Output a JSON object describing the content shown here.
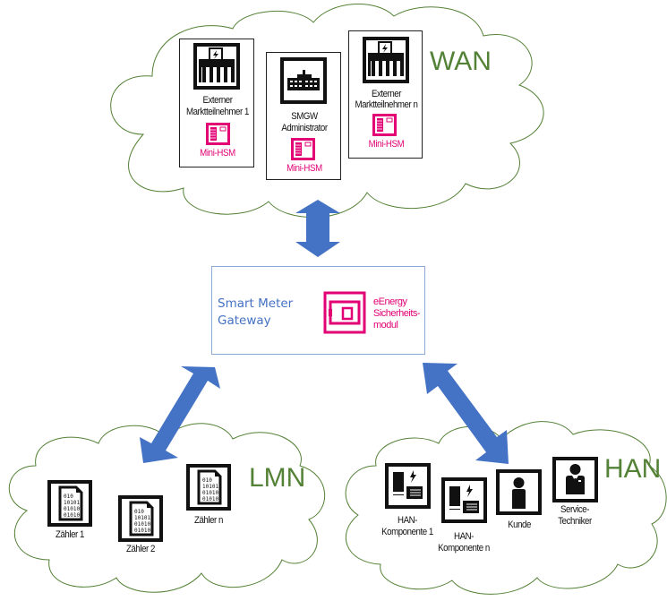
{
  "colors": {
    "cloud_outline": "#538135",
    "arrow": "#4472c4",
    "gateway_border": "#8eaadb",
    "gateway_text": "#4472c4",
    "security_magenta": "#e20074",
    "icon_black": "#111111"
  },
  "wan": {
    "label": "WAN",
    "participants": [
      {
        "name_line1": "Externer",
        "name_line2": "Marktteilnehmer 1",
        "icon": "power-plant-icon",
        "hsm_label": "Mini-HSM"
      },
      {
        "name_line1": "SMGW",
        "name_line2": "Administrator",
        "icon": "factory-building-icon",
        "hsm_label": "Mini-HSM"
      },
      {
        "name_line1": "Externer",
        "name_line2": "Marktteilnehmer n",
        "icon": "power-plant-icon",
        "hsm_label": "Mini-HSM"
      }
    ]
  },
  "gateway": {
    "title_line1": "Smart Meter",
    "title_line2": "Gateway",
    "security_module_line1": "eEnergy",
    "security_module_line2": "Sicherheits-",
    "security_module_line3": "modul"
  },
  "lmn": {
    "label": "LMN",
    "meters": [
      {
        "label": "Zähler 1",
        "icon": "binary-file-icon"
      },
      {
        "label": "Zähler 2",
        "icon": "binary-file-icon"
      },
      {
        "label": "Zähler n",
        "icon": "binary-file-icon"
      }
    ]
  },
  "han": {
    "label": "HAN",
    "devices": [
      {
        "label_line1": "HAN-",
        "label_line2": "Komponente 1",
        "icon": "appliance-icon"
      },
      {
        "label_line1": "HAN-",
        "label_line2": "Komponente n",
        "icon": "appliance-icon"
      },
      {
        "label_line1": "Kunde",
        "label_line2": "",
        "icon": "person-icon"
      },
      {
        "label_line1": "Service-",
        "label_line2": "Techniker",
        "icon": "technician-icon"
      }
    ]
  }
}
